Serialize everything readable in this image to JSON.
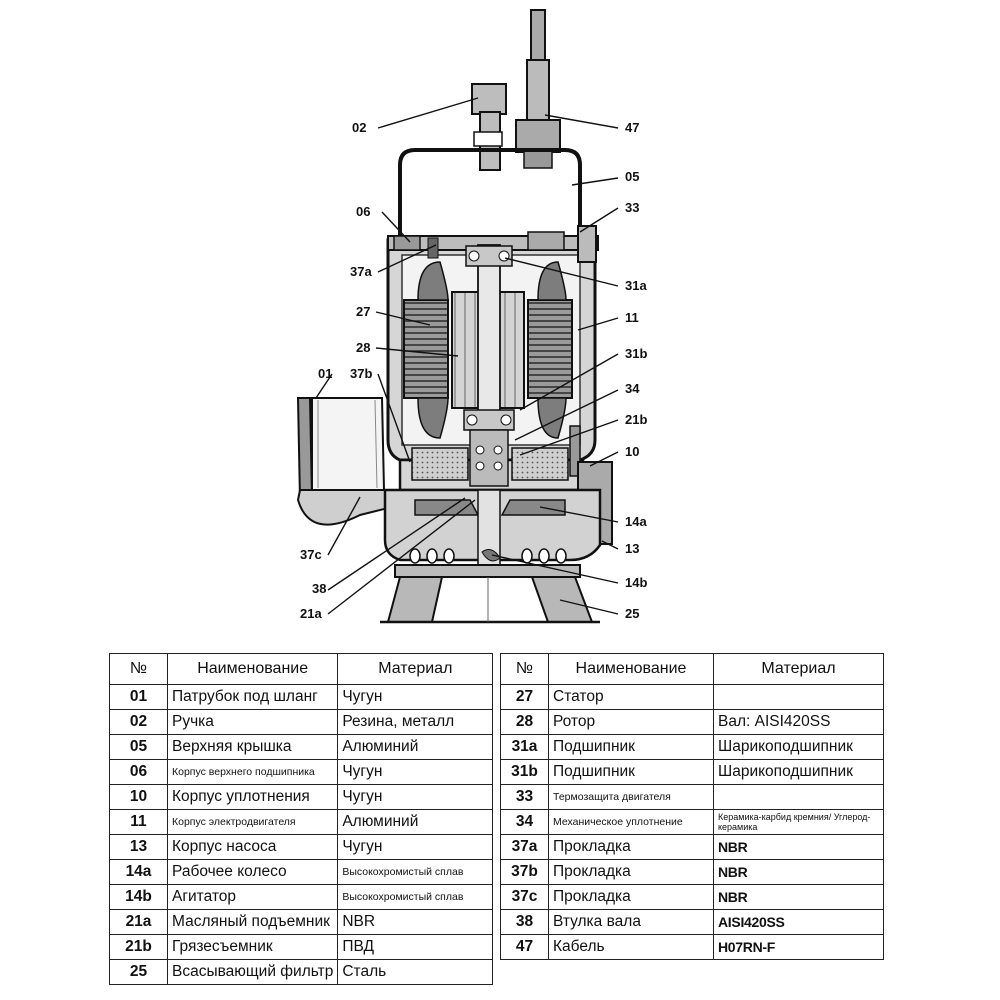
{
  "callouts": [
    "02",
    "47",
    "05",
    "06",
    "33",
    "37a",
    "31a",
    "27",
    "11",
    "28",
    "31b",
    "01",
    "37b",
    "34",
    "21b",
    "10",
    "14a",
    "13",
    "37c",
    "14b",
    "38",
    "25",
    "21a"
  ],
  "table": {
    "headers": {
      "no": "№",
      "name": "Наименование",
      "material": "Материал"
    },
    "left": [
      {
        "no": "01",
        "name": "Патрубок под шланг",
        "material": "Чугун"
      },
      {
        "no": "02",
        "name": "Ручка",
        "material": "Резина, металл"
      },
      {
        "no": "05",
        "name": "Верхняя крышка",
        "material": "Алюминий"
      },
      {
        "no": "06",
        "name": "Корпус верхнего подшипника",
        "material": "Чугун"
      },
      {
        "no": "10",
        "name": "Корпус уплотнения",
        "material": "Чугун"
      },
      {
        "no": "11",
        "name": "Корпус электродвигателя",
        "material": "Алюминий"
      },
      {
        "no": "13",
        "name": "Корпус насоса",
        "material": "Чугун"
      },
      {
        "no": "14a",
        "name": "Рабочее колесо",
        "material": "Высокохромистый сплав"
      },
      {
        "no": "14b",
        "name": "Агитатор",
        "material": "Высокохромистый сплав"
      },
      {
        "no": "21a",
        "name": "Масляный подъемник",
        "material": "NBR"
      },
      {
        "no": "21b",
        "name": "Грязесъемник",
        "material": "ПВД"
      },
      {
        "no": "25",
        "name": "Всасывающий фильтр",
        "material": "Сталь"
      }
    ],
    "right": [
      {
        "no": "27",
        "name": "Статор",
        "material": ""
      },
      {
        "no": "28",
        "name": "Ротор",
        "material": "Вал: AISI420SS"
      },
      {
        "no": "31a",
        "name": "Подшипник",
        "material": "Шарикоподшипник"
      },
      {
        "no": "31b",
        "name": "Подшипник",
        "material": "Шарикоподшипник"
      },
      {
        "no": "33",
        "name": "Термозащита двигателя",
        "material": ""
      },
      {
        "no": "34",
        "name": "Механическое уплотнение",
        "material": "Керамика-карбид кремния/ Углерод-керамика"
      },
      {
        "no": "37a",
        "name": "Прокладка",
        "material": "NBR"
      },
      {
        "no": "37b",
        "name": "Прокладка",
        "material": "NBR"
      },
      {
        "no": "37c",
        "name": "Прокладка",
        "material": "NBR"
      },
      {
        "no": "38",
        "name": "Втулка вала",
        "material": "AISI420SS"
      },
      {
        "no": "47",
        "name": "Кабель",
        "material": "H07RN-F"
      }
    ]
  }
}
